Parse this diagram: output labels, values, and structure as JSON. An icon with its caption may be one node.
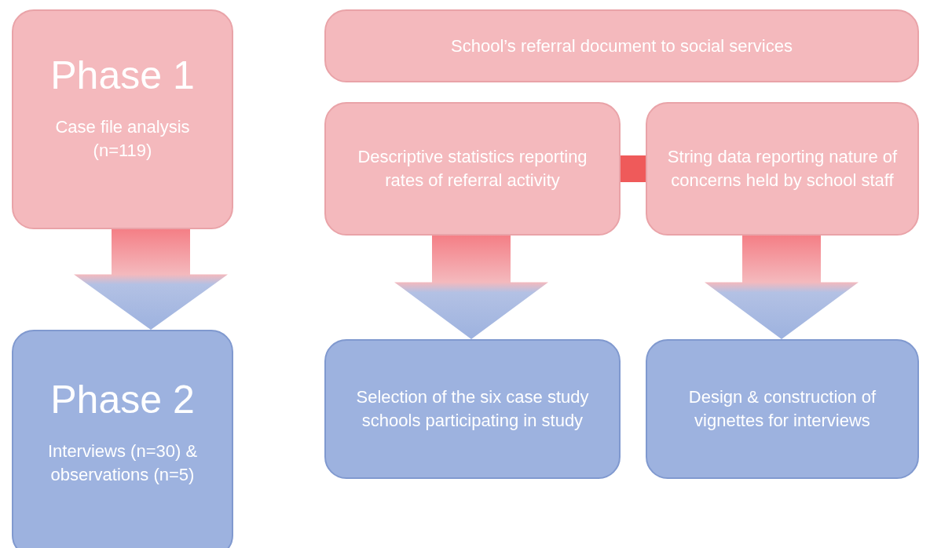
{
  "diagram": {
    "nodes": [
      {
        "text": [
          "Phase 1",
          "Case file analysis (n=119)"
        ]
      },
      {
        "text": [
          "School’s referral document to social services"
        ]
      },
      {
        "text": [
          "Descriptive statistics reporting rates of referral activity"
        ]
      },
      {
        "text": [
          "String data reporting nature of concerns held by school staff"
        ]
      },
      {
        "text": [
          "Phase 2",
          "Interviews (n=30) & observations (n=5)"
        ]
      },
      {
        "text": [
          "Selection of the six case study schools participating in study"
        ]
      },
      {
        "text": [
          "Design & construction of vignettes for interviews"
        ]
      }
    ],
    "edges": [
      {
        "from": 0,
        "to": 4,
        "arrow": "to",
        "style": "thick"
      },
      {
        "from": 2,
        "to": 5,
        "arrow": "to",
        "style": "thick"
      },
      {
        "from": 3,
        "to": 6,
        "arrow": "to",
        "style": "thick"
      },
      {
        "from": 2,
        "to": 3,
        "arrow": "none",
        "style": "thick",
        "color": "#ef5a5a"
      }
    ]
  }
}
